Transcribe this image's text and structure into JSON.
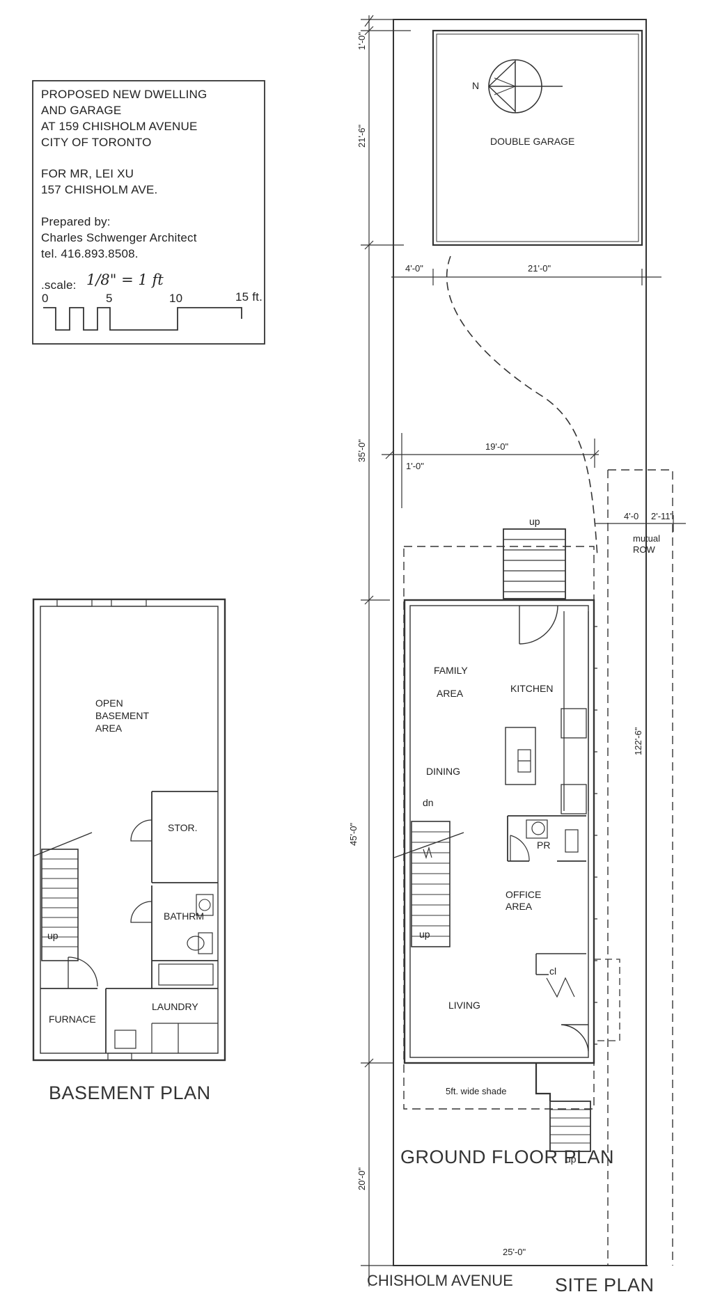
{
  "title_block": {
    "line1": "PROPOSED NEW DWELLING",
    "line2": "AND GARAGE",
    "line3": "AT 159 CHISHOLM AVENUE",
    "line4": "CITY OF TORONTO",
    "line5": "FOR MR, LEI XU",
    "line6": "157 CHISHOLM AVE.",
    "line7": "Prepared by:",
    "line8": "Charles Schwenger Architect",
    "line9": "tel. 416.893.8508.",
    "scale_label": ".scale:",
    "scale_value": "1/8\" = 1 ft",
    "scale_ticks": [
      "0",
      "5",
      "10",
      "15 ft."
    ]
  },
  "site_plan": {
    "title": "SITE PLAN",
    "street": "CHISHOLM AVENUE",
    "compass_label": "N",
    "garage_label": "DOUBLE GARAGE",
    "mutual_row": [
      "mutual",
      "ROW"
    ],
    "dims": {
      "top_setback": "1'-0\"",
      "garage_depth": "21'-6\"",
      "side_setback": "4'-0\"",
      "garage_width": "21'-0\"",
      "yard_depth": "35'-0\"",
      "house_offset": "1'-0\"",
      "house_width": "19'-0\"",
      "row_a": "4'-0",
      "row_b": "2'-11\"",
      "lot_depth": "122'-6\"",
      "house_depth": "45'-0\"",
      "front_setback": "20'-0\"",
      "lot_width": "25'-0\""
    }
  },
  "ground_floor": {
    "title": "GROUND FLOOR PLAN",
    "rooms": {
      "family": [
        "FAMILY",
        "AREA"
      ],
      "kitchen": "KITCHEN",
      "dining": "DINING",
      "pr": "PR",
      "office": [
        "OFFICE",
        "AREA"
      ],
      "cl": "cl",
      "living": "LIVING"
    },
    "stair_up_rear": "up",
    "stair_dn": "dn",
    "stair_up": "up",
    "stair_up_front": "up",
    "shade": "5ft. wide shade"
  },
  "basement": {
    "title": "BASEMENT PLAN",
    "rooms": {
      "open": [
        "OPEN",
        "BASEMENT",
        "AREA"
      ],
      "stor": "STOR.",
      "bathrm": "BATHRM",
      "furnace": "FURNACE",
      "laundry": "LAUNDRY"
    },
    "stair_up": "up"
  }
}
